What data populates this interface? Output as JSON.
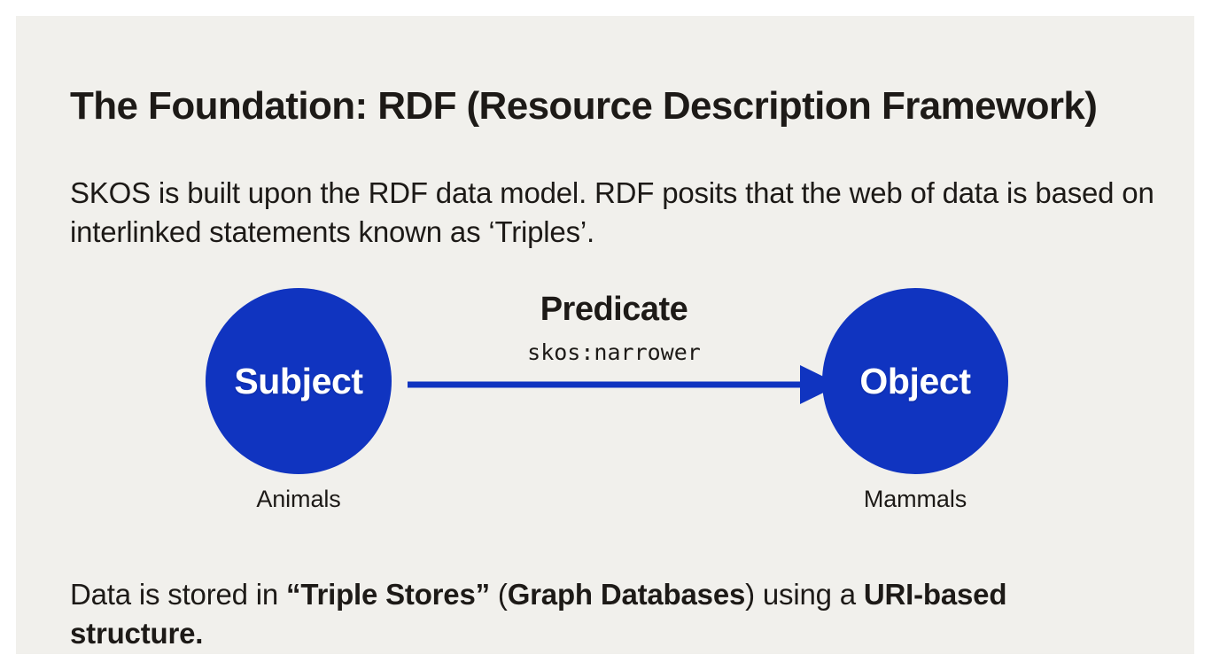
{
  "theme": {
    "page_background": "#ffffff",
    "card_background": "#f1f0ec",
    "text_color": "#1d1a17",
    "accent_blue": "#1034c0",
    "node_label_color": "#ffffff"
  },
  "slide": {
    "title": "The Foundation: RDF (Resource Description Framework)",
    "intro_paragraph": "SKOS is built upon the RDF data model. RDF posits that the web of data is based on interlinked statements known as ‘Triples’.",
    "closing_paragraph": {
      "segment_1": "Data is stored in ",
      "segment_2_bold": "“Triple Stores”",
      "segment_3": " (",
      "segment_4_bold": "Graph Databases",
      "segment_5": ") using a ",
      "segment_6_bold": "URI-based structure."
    }
  },
  "diagram": {
    "type": "rdf-triple",
    "subject": {
      "label": "Subject",
      "caption": "Animals"
    },
    "predicate": {
      "title": "Predicate",
      "uri": "skos:narrower"
    },
    "object": {
      "label": "Object",
      "caption": "Mammals"
    }
  }
}
